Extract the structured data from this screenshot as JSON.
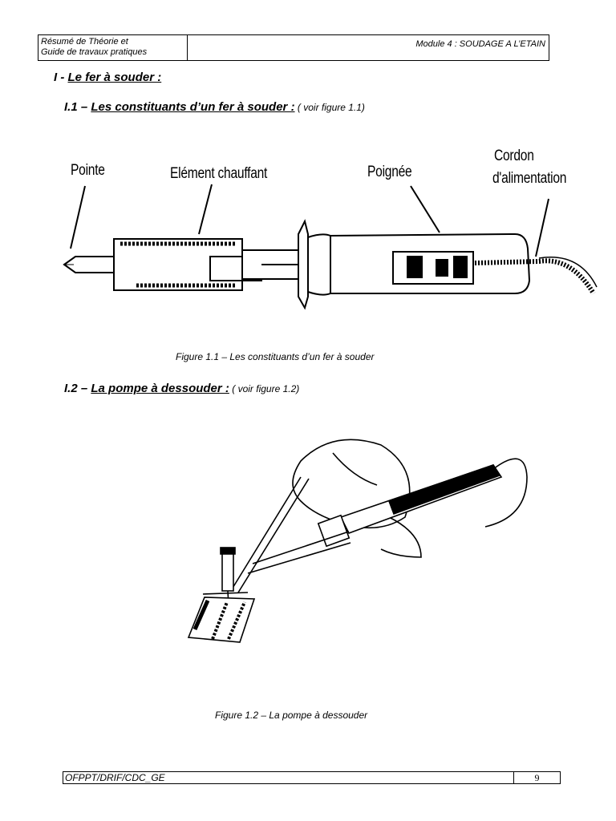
{
  "header": {
    "left_line1": "Résumé de Théorie et",
    "left_line2": "Guide de travaux pratiques",
    "right": "Module 4 : SOUDAGE A L’ETAIN"
  },
  "section1": {
    "prefix": "I - ",
    "title": "Le fer à souder :"
  },
  "section1_1": {
    "prefix": "I.1 – ",
    "title": "Les constituants d’un fer à souder :",
    "note": " ( voir figure 1.1)"
  },
  "figure1": {
    "labels": {
      "pointe": "Pointe",
      "element": "Elément chauffant",
      "poignee": "Poignée",
      "cordon1": "Cordon",
      "cordon2": "d'alimentation"
    },
    "caption": "Figure 1.1 – Les constituants d’un fer à souder"
  },
  "section1_2": {
    "prefix": "I.2 – ",
    "title": "La pompe à dessouder :",
    "note": " ( voir figure 1.2)"
  },
  "figure2": {
    "caption_prefix": "Figure 1.2 –",
    "caption_rest": " La pompe à dessouder"
  },
  "footer": {
    "left": "OFPPT/DRIF/CDC_GE",
    "page": "9"
  }
}
